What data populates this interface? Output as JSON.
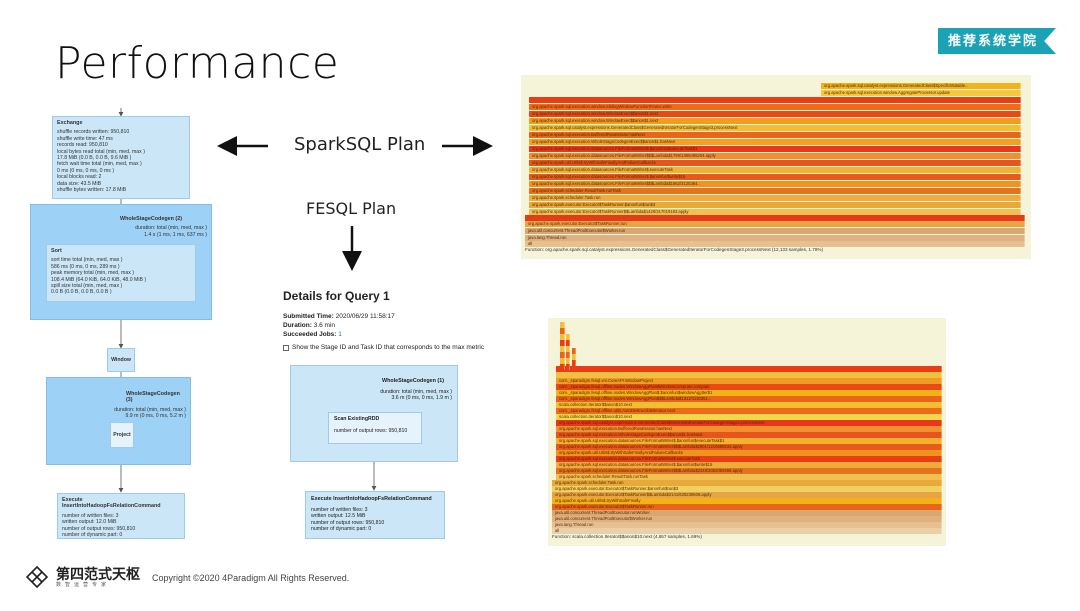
{
  "slide": {
    "title": "Performance",
    "brand_tag": "推荐系统学院",
    "label_spark": "SparkSQL Plan",
    "label_fesql": "FESQL Plan",
    "copyright": "Copyright ©2020 4Paradigm All Rights Reserved.",
    "logo_text": "第四范式天枢",
    "logo_sub": "数智运营专家"
  },
  "spark_plan": {
    "exchange": {
      "title": "Exchange",
      "lines": [
        "shuffle records written: 950,810",
        "shuffle write time: 47 ms",
        "records read: 950,810",
        "local bytes read total (min, med, max )",
        "17.8 MiB (0.0 B, 0.0 B, 9.6 MiB )",
        "fetch wait time total (min, med, max )",
        "0 ms (0 ms, 0 ms, 0 ms )",
        "local blocks read: 2",
        "data size: 43.5 MiB",
        "shuffle bytes written: 17.8 MiB"
      ]
    },
    "wscg2": {
      "title": "WholeStageCodegen (2)",
      "lines": [
        "duration: total (min, med, max )",
        "1.4 s (1 ms, 1 ms, 637 ms )"
      ]
    },
    "sort": {
      "title": "Sort",
      "lines": [
        "sort time total (min, med, max )",
        "586 ms (0 ms, 0 ms, 289 ms )",
        "peak memory total (min, med, max )",
        "108.4 MiB (64.0 KiB, 64.0 KiB, 48.0 MiB )",
        "spill size total (min, med, max )",
        "0.0 B (0.0 B, 0.0 B, 0.0 B )"
      ]
    },
    "window": {
      "title": "Window"
    },
    "wscg3": {
      "title": "WholeStageCodegen (3)",
      "lines": [
        "duration: total (min, med, max )",
        "9.9 m (0 ms, 0 ms, 5.2 m )"
      ]
    },
    "project": {
      "title": "Project"
    },
    "insert": {
      "title": "Execute InsertIntoHadoopFsRelationCommand",
      "lines": [
        "number of written files: 3",
        "written output: 12.0 MiB",
        "number of output rows: 950,810",
        "number of dynamic part: 0"
      ]
    }
  },
  "fesql": {
    "heading": "Details for Query 1",
    "submitted_label": "Submitted Time:",
    "submitted_value": "2020/06/29 11:58:17",
    "duration_label": "Duration:",
    "duration_value": "3.6 min",
    "jobs_label": "Succeeded Jobs:",
    "jobs_value": "1",
    "checkbox_label": "Show the Stage ID and Task ID that corresponds to the max metric",
    "wscg1": {
      "title": "WholeStageCodegen (1)",
      "lines": [
        "duration: total (min, med, max )",
        "3.6 m (0 ms, 0 ms, 1.9 m )"
      ]
    },
    "scan": {
      "title": "Scan ExistingRDD",
      "lines": [
        "number of output rows: 950,810"
      ]
    },
    "insert": {
      "title": "Execute InsertIntoHadoopFsRelationCommand",
      "lines": [
        "number of written files: 3",
        "written output: 12.5 MiB",
        "number of output rows: 950,810",
        "number of dynamic part: 0"
      ]
    }
  },
  "flame_top": {
    "footer": "Function: org.apache.spark.sql.catalyst.expressions.GeneratedClass$GeneratedIteratorForCodegenStage3.processNext (12,133 samples, 1.78%)",
    "bars": [
      {
        "label": "org.apache.spark.sql.catalyst.expressions.GeneratedClass$SpecificMutable..",
        "color": "#f2b319"
      },
      {
        "label": "org.apache.spark.sql.execution.window.AggregateProcessor.update",
        "color": "#f5c842"
      },
      {
        "label": "",
        "color": "#e83e14"
      },
      {
        "label": "org.apache.spark.sql.execution.window.SlidingWindowFunctionFrame.write",
        "color": "#f06a1a"
      },
      {
        "label": "org.apache.spark.sql.execution.window.WindowExec$$anon$1.next",
        "color": "#e84a16"
      },
      {
        "label": "org.apache.spark.sql.execution.window.WindowExec$$anon$1.next",
        "color": "#f29a22"
      },
      {
        "label": "org.apache.spark.sql.catalyst.expressions.GeneratedClass$GeneratedIteratorForCodegenStage3.processNext",
        "color": "#f5bd32"
      },
      {
        "label": "org.apache.spark.sql.execution.BufferedRowIterator.hasNext",
        "color": "#e8651a"
      },
      {
        "label": "org.apache.spark.sql.execution.WholeStageCodegenExec$$anon$1.hasNext",
        "color": "#f5a020"
      },
      {
        "label": "org.apache.spark.sql.execution.datasources.FileFormatWriter$.$anonfun$executeTask$1",
        "color": "#e8371a"
      },
      {
        "label": "org.apache.spark.sql.execution.datasources.FileFormatWriter$$$Lambda$1799/1389495204.apply",
        "color": "#f29030"
      },
      {
        "label": "org.apache.spark.util.Utils$.tryWithSafeFinallyAndFailureCallbacks",
        "color": "#e8551c"
      },
      {
        "label": "org.apache.spark.sql.execution.datasources.FileFormatWriter$.executeTask",
        "color": "#f5b030"
      },
      {
        "label": "org.apache.spark.sql.execution.datasources.FileFormatWriter$.$anonfun$write$15",
        "color": "#e85a1c"
      },
      {
        "label": "org.apache.spark.sql.execution.datasources.FileFormatWriter$$$Lambda$1662/2125384..",
        "color": "#f0931f"
      },
      {
        "label": "org.apache.spark.scheduler.ResultTask.runTask",
        "color": "#e47320"
      },
      {
        "label": "org.apache.spark.scheduler.Task.run",
        "color": "#f2ab3a"
      },
      {
        "label": "org.apache.spark.executor.Executor$TaskRunner.$anonfun$run$3",
        "color": "#e8a83a"
      },
      {
        "label": "org.apache.spark.executor.Executor$TaskRunner$$Lambda$1426/317019183.apply",
        "color": "#f2c050"
      },
      {
        "label": "",
        "color": "#e63a1c"
      },
      {
        "label": "org.apache.spark.executor.Executor$TaskRunner.run",
        "color": "#e8a345"
      },
      {
        "label": "java.util.concurrent.ThreadPoolExecutor.runWorker",
        "color": "#f0d060"
      },
      {
        "label": "java.util.concurrent.ThreadPoolExecutor$Worker.run",
        "color": "#d9a770"
      },
      {
        "label": "java.lang.Thread.run",
        "color": "#e0b080"
      },
      {
        "label": "all",
        "color": "#e6c090"
      }
    ]
  },
  "flame_bottom": {
    "footer": "Function: scala.collection.Iterator$$anon$10.next (4,657 samples, 1.69%)",
    "bars": [
      {
        "label": "",
        "color": "#e83e14"
      },
      {
        "label": "",
        "color": "#f0c040"
      },
      {
        "label": "com._4paradigm.fesql.vm.CoreAPI.WindowProject",
        "color": "#f29a22"
      },
      {
        "label": "com._4paradigm.fesql.offline.nodes.WindowAggPlan$WindowComputer.compute",
        "color": "#e84a16"
      },
      {
        "label": "com._4paradigm.fesql.offline.nodes.WindowAggPlan$.$anonfun$windowAggIter$1",
        "color": "#f2b319"
      },
      {
        "label": "com._4paradigm.fesql.offline.nodes.WindowAggPlan$$$Lambda$1312/1130351...",
        "color": "#e8651a"
      },
      {
        "label": "scala.collection.Iterator$$anon$10.next",
        "color": "#f5bd32"
      },
      {
        "label": "com._4paradigm.fesql.offline.utils.AutoDestructibleIterator.next",
        "color": "#f06a1a"
      },
      {
        "label": "scala.collection.Iterator$$anon$10.next",
        "color": "#f0d84a"
      },
      {
        "label": "org.apache.spark.sql.catalyst.expressions.GeneratedClass$GeneratedIteratorForCodegenStage1.processNext",
        "color": "#e8371a"
      },
      {
        "label": "org.apache.spark.sql.execution.BufferedRowIterator.hasNext",
        "color": "#f29030"
      },
      {
        "label": "org.apache.spark.sql.execution.WholeStageCodegenExec$$anon$1.hasNext",
        "color": "#e8551c"
      },
      {
        "label": "org.apache.spark.sql.execution.datasources.FileFormatWriter$.$anonfun$executeTask$1",
        "color": "#f5b030"
      },
      {
        "label": "org.apache.spark.sql.execution.datasources.FileFormatWriter$$$Lambda$2601/1219689234.apply",
        "color": "#e85a1c"
      },
      {
        "label": "org.apache.spark.util.Utils$.tryWithSafeFinallyAndFailureCallbacks",
        "color": "#f0931f"
      },
      {
        "label": "org.apache.spark.sql.execution.datasources.FileFormatWriter$.executeTask",
        "color": "#e83e14"
      },
      {
        "label": "org.apache.spark.sql.execution.datasources.FileFormatWriter$.$anonfun$write$15",
        "color": "#f2ab3a"
      },
      {
        "label": "org.apache.spark.sql.execution.datasources.FileFormatWriter$$$Lambda$2348/2062059466.apply",
        "color": "#e47320"
      },
      {
        "label": "org.apache.spark.scheduler.ResultTask.runTask",
        "color": "#f2c050"
      },
      {
        "label": "org.apache.spark.scheduler.Task.run",
        "color": "#e8a83a"
      },
      {
        "label": "org.apache.spark.executor.Executor$TaskRunner.$anonfun$run$3",
        "color": "#f0d060"
      },
      {
        "label": "org.apache.spark.executor.Executor$TaskRunner$$Lambda$2141/628238508.apply",
        "color": "#e8a345"
      },
      {
        "label": "org.apache.spark.util.Utils$.tryWithSafeFinally",
        "color": "#f2b319"
      },
      {
        "label": "org.apache.spark.executor.Executor$TaskRunner.run",
        "color": "#e8651a"
      },
      {
        "label": "java.util.concurrent.ThreadPoolExecutor.runWorker",
        "color": "#d9a770"
      },
      {
        "label": "java.util.concurrent.ThreadPoolExecutor$Worker.run",
        "color": "#e0b080"
      },
      {
        "label": "java.lang.Thread.run",
        "color": "#e6c090"
      },
      {
        "label": "all",
        "color": "#ead0a8"
      }
    ]
  }
}
